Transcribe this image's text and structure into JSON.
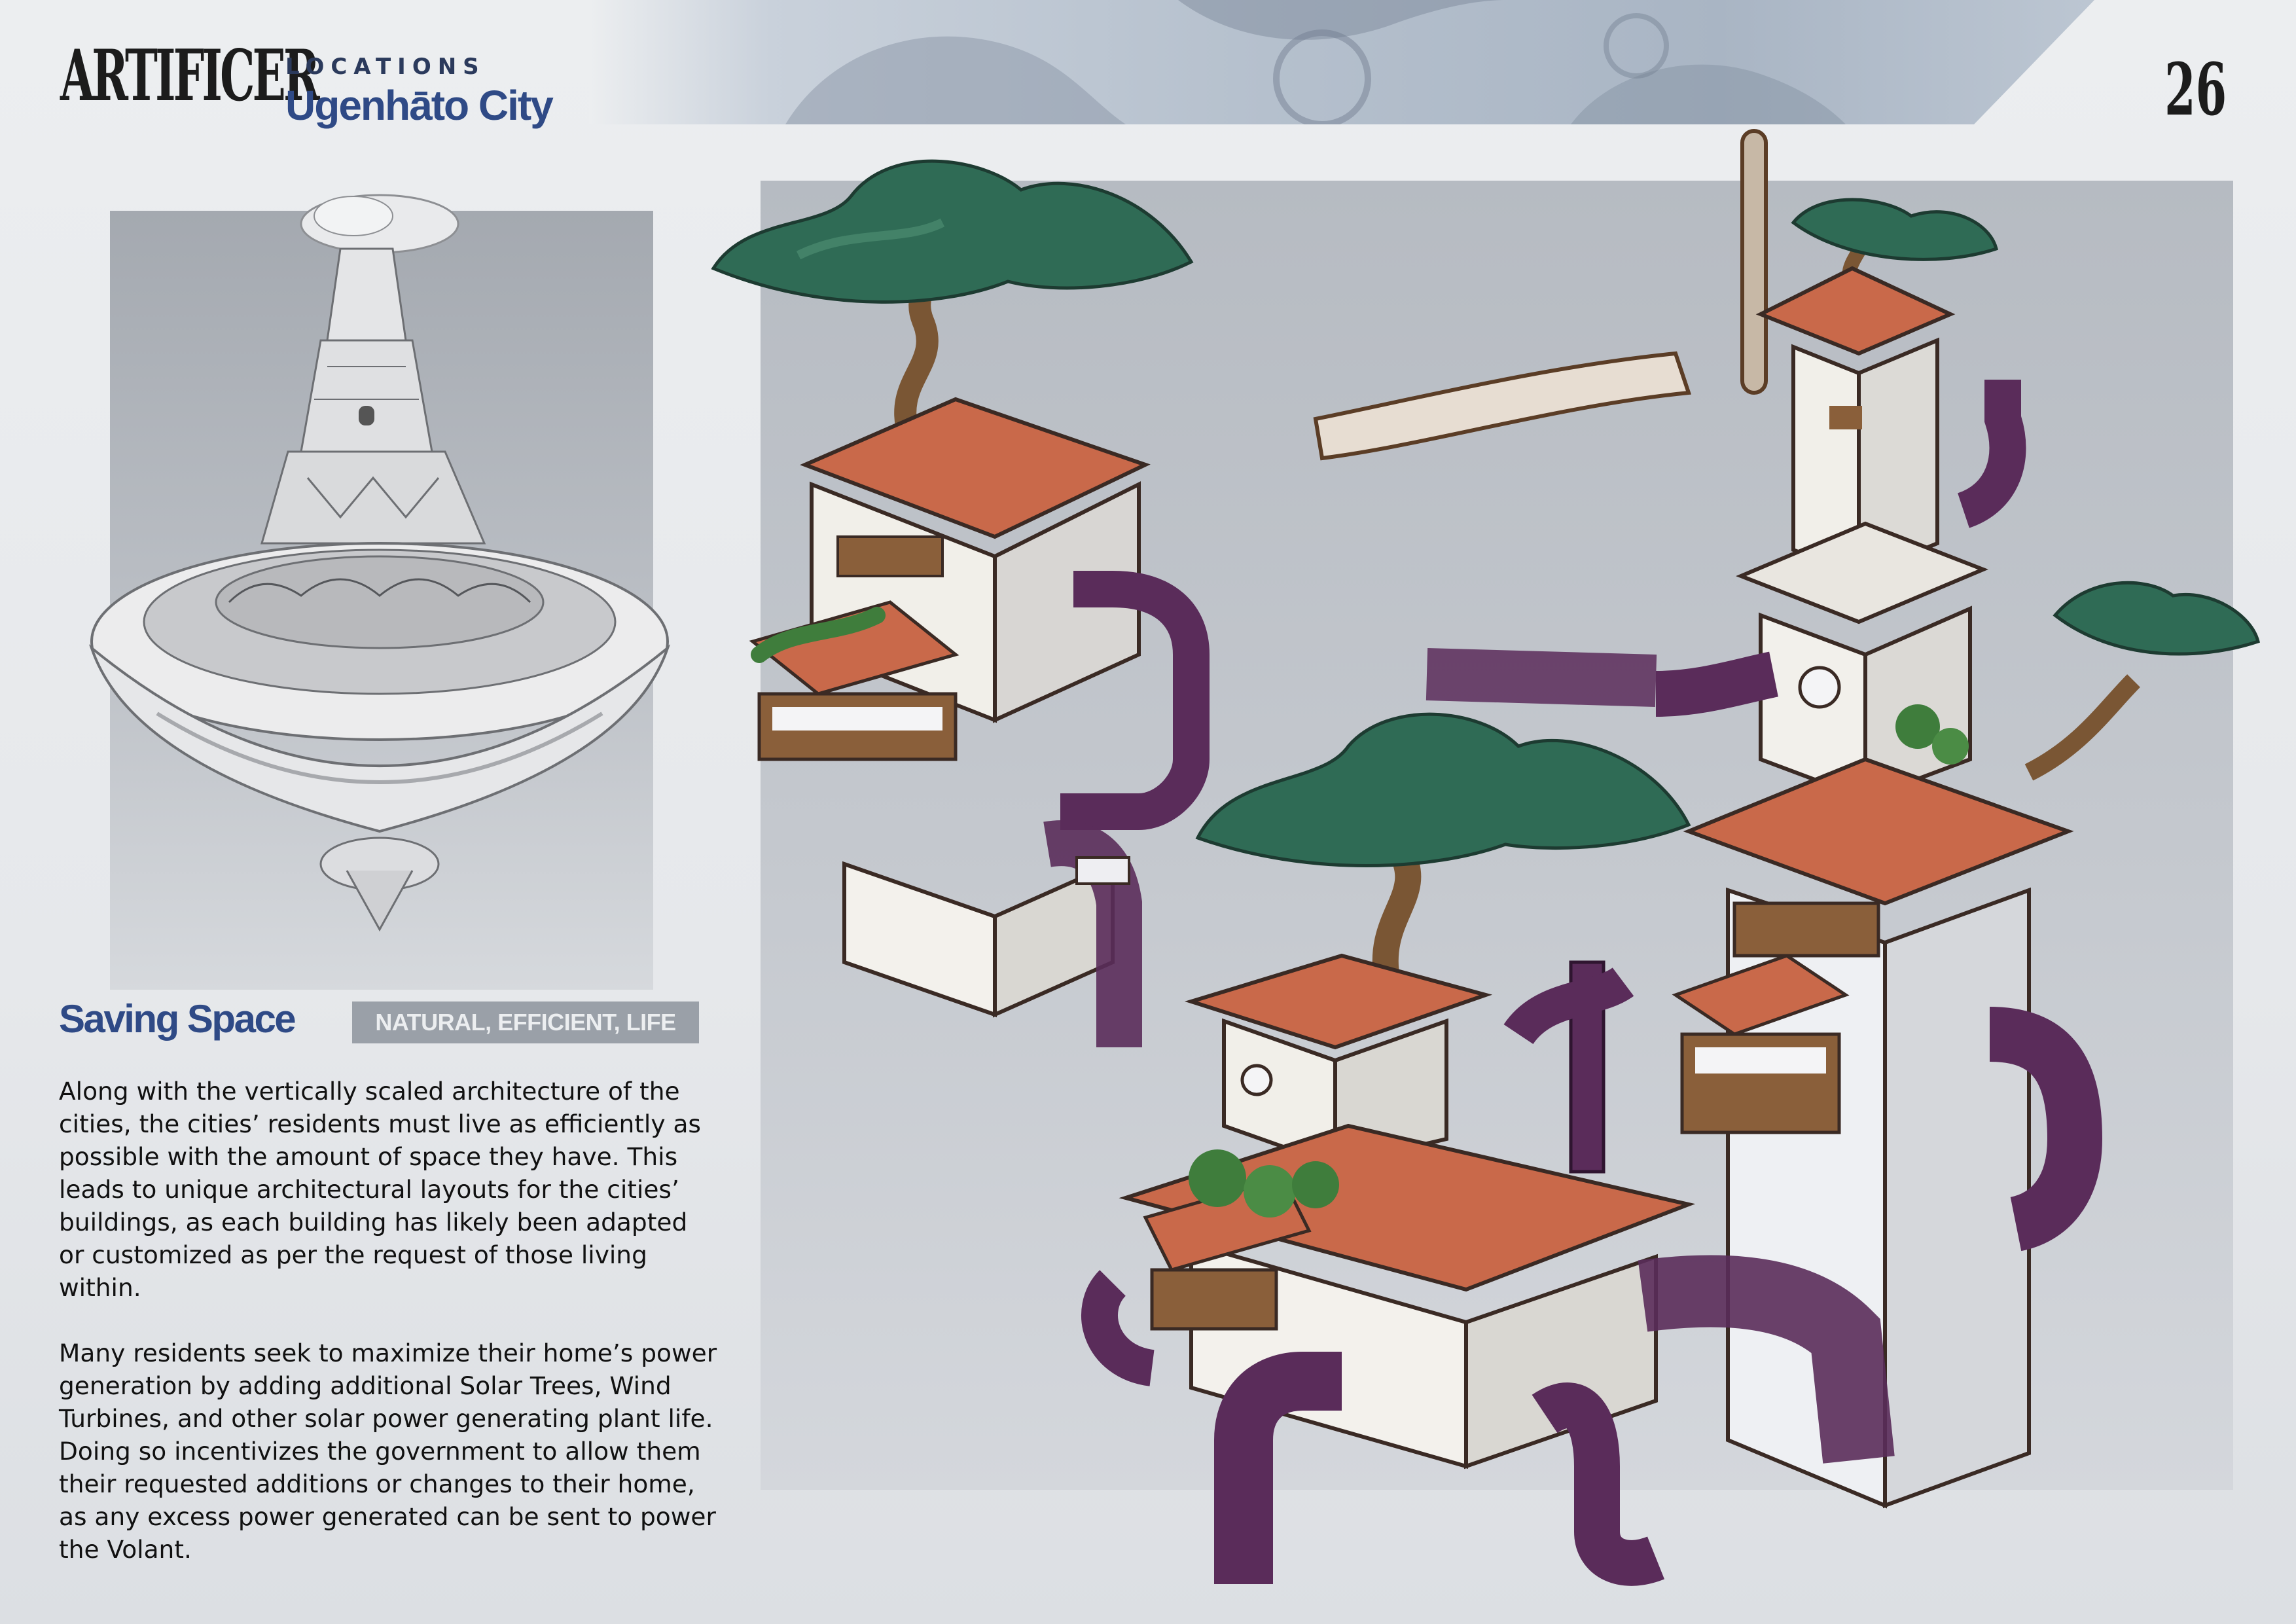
{
  "header": {
    "brand": "ARTIFICER",
    "section_label": "LOCATIONS",
    "page_title": "Ugenhāto City",
    "page_number": "26"
  },
  "sidebar": {
    "subheading": "Saving Space",
    "tags": "NATURAL, EFFICIENT, LIFE",
    "paragraphs": [
      "Along with the vertically scaled architecture of the cities, the cities’ residents must live as efficiently as possible with the amount of space they have. This leads to unique architectural layouts for the cities’ buildings, as each building has likely been adapted or customized as per the request of those living within.",
      "Many residents seek to maximize their home’s power generation by adding additional Solar Trees, Wind Turbines, and other solar power generating plant life. Doing so incentivizes the government to allow them their requested additions or changes to their home, as any excess power generated can be sent to power the Volant."
    ]
  },
  "colors": {
    "title_blue": "#2f4a86",
    "roof_terracotta": "#c9694a",
    "pipe_purple": "#5a2c5a",
    "foliage_green": "#2f6b55",
    "wood_brown": "#8a5f3a"
  }
}
